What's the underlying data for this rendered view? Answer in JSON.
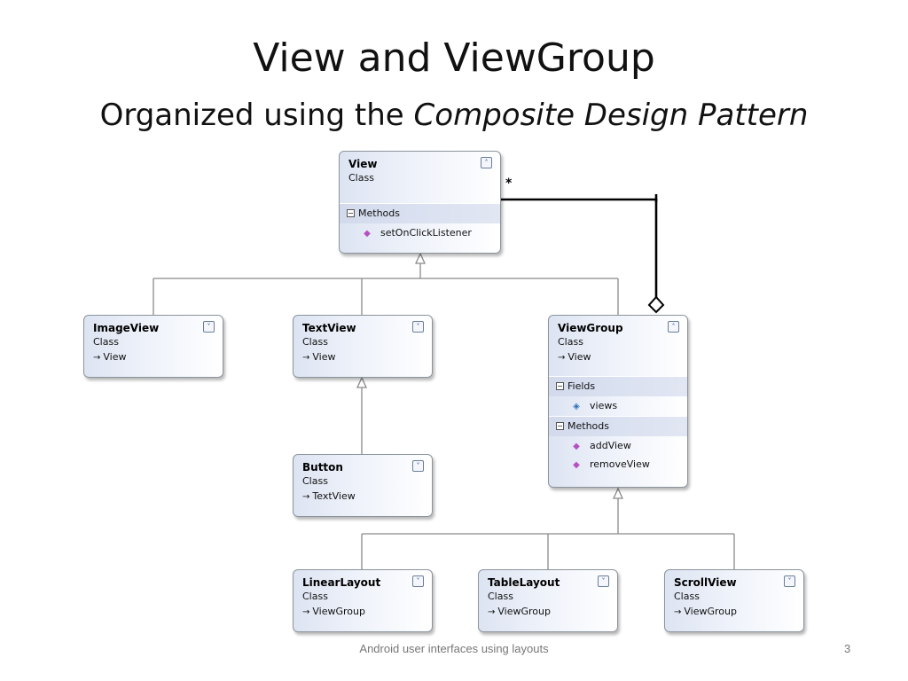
{
  "slide": {
    "title": "View and ViewGroup",
    "subtitle_prefix": "Organized using the ",
    "subtitle_emphasis": "Composite Design Pattern",
    "footer": "Android user interfaces using layouts",
    "page_number": "3"
  },
  "diagram": {
    "multiplicity": "*",
    "classes": {
      "view": {
        "name": "View",
        "stereotype": "Class",
        "toggle_icon": "collapse-icon",
        "methods_label": "Methods",
        "methods": [
          "setOnClickListener"
        ]
      },
      "imageview": {
        "name": "ImageView",
        "stereotype": "Class",
        "base": "View",
        "toggle_icon": "expand-icon"
      },
      "textview": {
        "name": "TextView",
        "stereotype": "Class",
        "base": "View",
        "toggle_icon": "expand-icon"
      },
      "viewgroup": {
        "name": "ViewGroup",
        "stereotype": "Class",
        "base": "View",
        "toggle_icon": "collapse-icon",
        "fields_label": "Fields",
        "fields": [
          "views"
        ],
        "methods_label": "Methods",
        "methods": [
          "addView",
          "removeView"
        ]
      },
      "button": {
        "name": "Button",
        "stereotype": "Class",
        "base": "TextView",
        "toggle_icon": "expand-icon"
      },
      "linearlayout": {
        "name": "LinearLayout",
        "stereotype": "Class",
        "base": "ViewGroup",
        "toggle_icon": "expand-icon"
      },
      "tablelayout": {
        "name": "TableLayout",
        "stereotype": "Class",
        "base": "ViewGroup",
        "toggle_icon": "expand-icon"
      },
      "scrollview": {
        "name": "ScrollView",
        "stereotype": "Class",
        "base": "ViewGroup",
        "toggle_icon": "expand-icon"
      }
    }
  }
}
